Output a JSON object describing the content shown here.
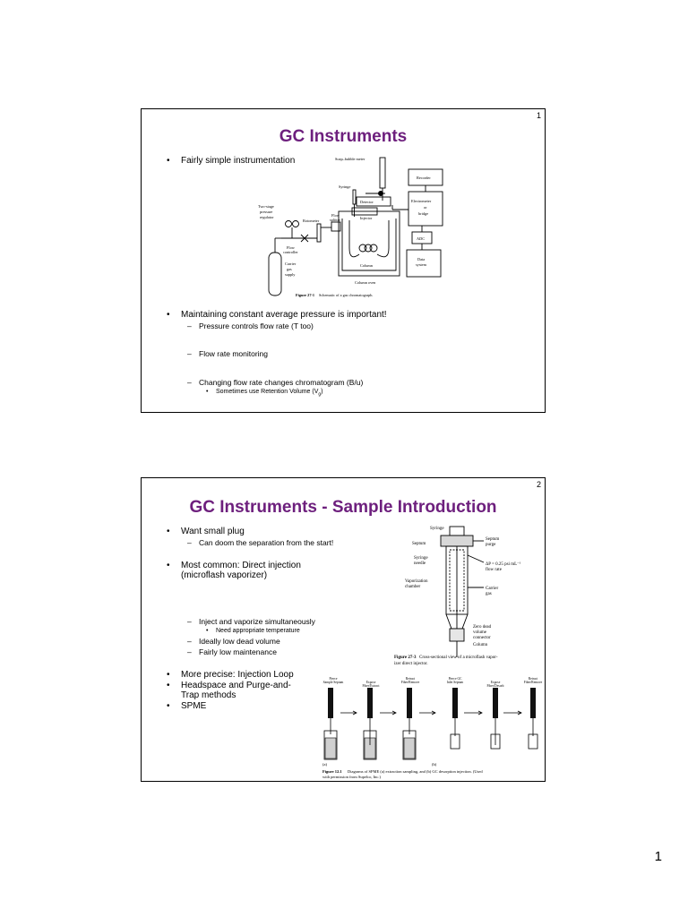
{
  "page_number": "1",
  "slide1": {
    "number": "1",
    "title": "GC Instruments",
    "bullets": {
      "simple": "Fairly simple instrumentation",
      "pressure": "Maintaining constant average pressure is important!",
      "pressure_controls": "Pressure controls flow rate (T too)",
      "flow_monitoring": "Flow rate monitoring",
      "changing_flow": "Changing flow rate changes chromatogram (B/u)",
      "retention_volume": "Sometimes use Retention Volume (V",
      "retention_sub": "g",
      "retention_close": ")"
    },
    "figure": {
      "caption_label": "Figure 27-1",
      "caption_text": "Schematic of a gas chromatograph.",
      "labels": {
        "soap_bubble": "Soap–bubble meter",
        "recorder": "Recorder",
        "syringe": "Syringe",
        "detector": "Detector",
        "electrometer": "Electrometer",
        "or": "or",
        "bridge": "bridge",
        "two_stage": "Two-stage",
        "pressure": "pressure",
        "regulator": "regulator",
        "rotometer": "Rotometer",
        "flow": "Flow",
        "splitter": "splitter",
        "injector": "Injector",
        "adc": "ADC",
        "flow_controller_1": "Flow",
        "flow_controller_2": "controller",
        "carrier": "Carrier",
        "gas": "gas",
        "supply": "supply",
        "column": "Column",
        "data": "Data",
        "system": "system",
        "column_oven": "Column oven"
      }
    }
  },
  "slide2": {
    "number": "2",
    "title": "GC Instruments - Sample Introduction",
    "bullets": {
      "small_plug": "Want small plug",
      "doom": "Can doom the separation from the start!",
      "direct_injection": "Most common:  Direct injection",
      "microflash": "(microflash vaporizer)",
      "inject_vaporize": "Inject and vaporize simultaneously",
      "temperature": "Need appropriate temperature",
      "dead_volume": "Ideally low dead volume",
      "maintenance": "Fairly low maintenance",
      "injection_loop": "More precise:  Injection Loop",
      "headspace_1": "Headspace and Purge-and-",
      "headspace_2": "Trap methods",
      "spme": "SPME"
    },
    "injector_figure": {
      "caption_label": "Figure 27-3",
      "caption_text_1": "Cross-sectional view of a microflash vapor-",
      "caption_text_2": "izer direct injector.",
      "labels": {
        "syringe": "Syringe",
        "septum": "Septum",
        "septum_purge_1": "Septum",
        "septum_purge_2": "purge",
        "syringe_needle_1": "Syringe",
        "syringe_needle_2": "needle",
        "delta_p": "ΔP = 0.25 psi mL⁻¹",
        "flow_rate": "flow rate",
        "vaporization_1": "Vaporization",
        "vaporization_2": "chamber",
        "carrier_1": "Carrier",
        "carrier_2": "gas",
        "zero_dead_1": "Zero dead",
        "zero_dead_2": "volume",
        "zero_dead_3": "connector",
        "column": "Column"
      }
    },
    "spme_figure": {
      "caption_label": "Figure 12.1",
      "caption_text_1": "Diagrams of SPME (a) extraction sampling, and (b) GC desorption injection. (Used",
      "caption_text_2": "with permission from Supelco, Inc.)",
      "labels": {
        "pierce_sample_1": "Pierce",
        "pierce_sample_2": "Sample Septum",
        "expose_fiber_1": "Expose",
        "expose_fiber_2": "Fiber/Extract",
        "retract_fiber_1": "Retract",
        "retract_fiber_2": "Fiber/Remove",
        "pierce_gc_1": "Pierce GC",
        "pierce_gc_2": "Inlet Septum",
        "expose_desorb_1": "Expose",
        "expose_desorb_2": "Fiber/Desorb",
        "retract_remove_1": "Retract",
        "retract_remove_2": "Fiber/Remove",
        "a": "(a)",
        "b": "(b)"
      }
    }
  }
}
